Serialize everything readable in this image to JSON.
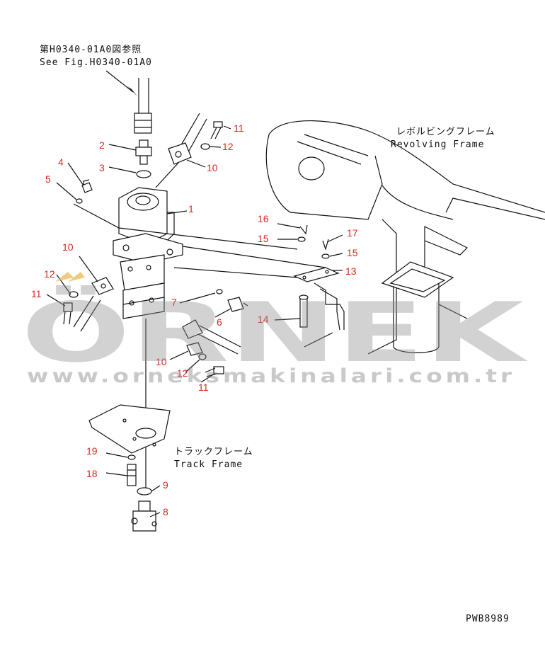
{
  "reference": {
    "jp": "第H0340-01A0図参照",
    "en": "See Fig.H0340-01A0"
  },
  "frames": {
    "revolving_jp": "レボルビングフレーム",
    "revolving_en": "Revolving Frame",
    "track_jp": "トラックフレーム",
    "track_en": "Track Frame"
  },
  "callouts": {
    "c1": "1",
    "c2": "2",
    "c3": "3",
    "c4": "4",
    "c5": "5",
    "c6": "6",
    "c7": "7",
    "c8": "8",
    "c9": "9",
    "c10a": "10",
    "c10b": "10",
    "c10c": "10",
    "c11a": "11",
    "c11b": "11",
    "c11c": "11",
    "c12a": "12",
    "c12b": "12",
    "c12c": "12",
    "c13": "13",
    "c14": "14",
    "c15a": "15",
    "c15b": "15",
    "c16": "16",
    "c17": "17",
    "c18": "18",
    "c19": "19"
  },
  "watermark": {
    "brand": "ÖRNEK",
    "url": "www.orneksmakinalari.com.tr"
  },
  "drawing_code": "PWB8989",
  "colors": {
    "callout": "#d42a20",
    "line": "#111111",
    "watermark": "#8a8a8a",
    "accent": "#e8b54a"
  }
}
